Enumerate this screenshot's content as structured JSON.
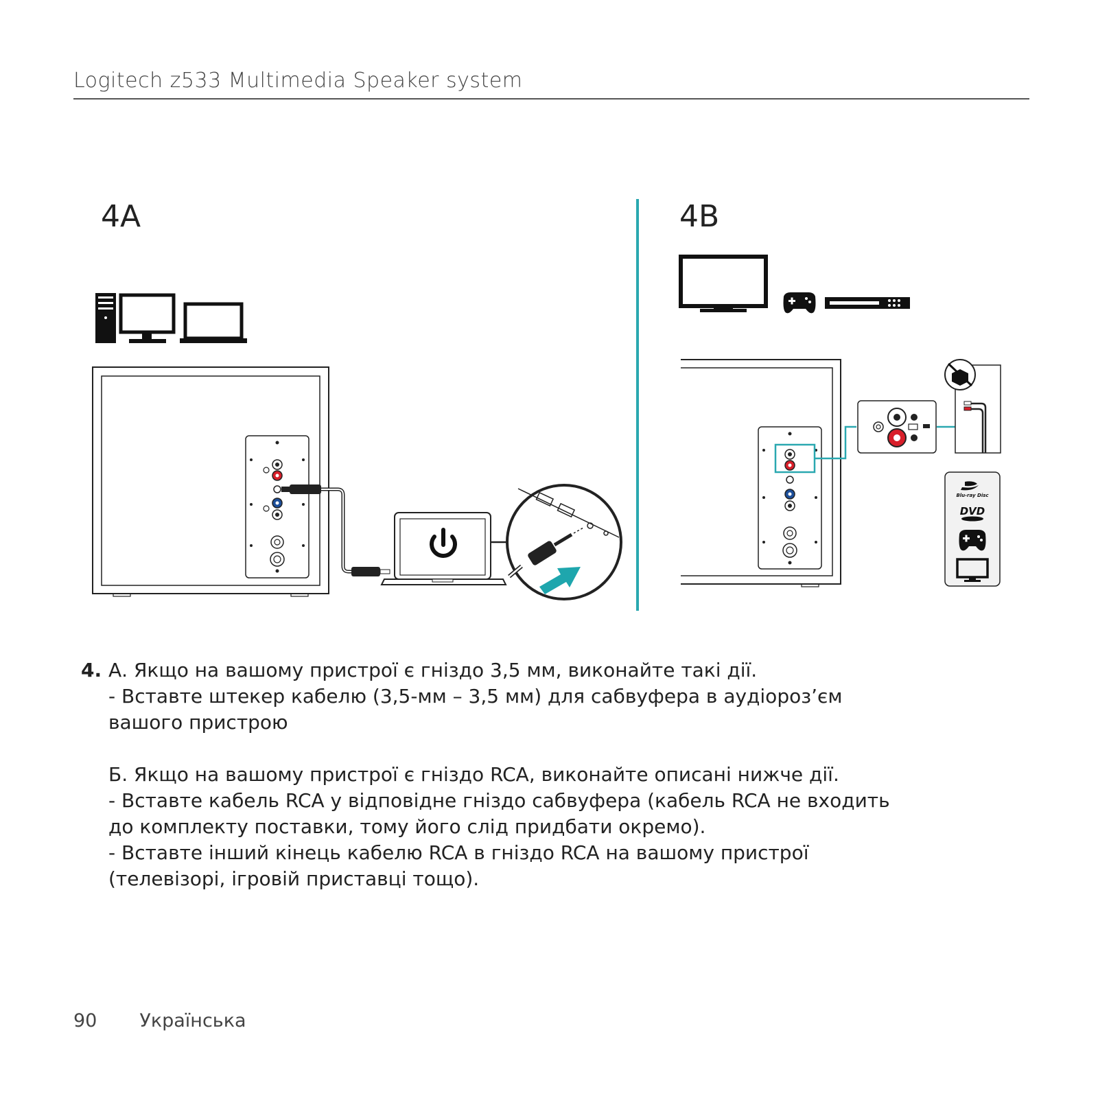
{
  "header": {
    "title": "Logitech z533 Multimedia Speaker system"
  },
  "figures": {
    "a_label": "4A",
    "b_label": "4B"
  },
  "panel_icons": {
    "blu_ray_text": "Blu-ray Disc",
    "dvd_text": "DVD"
  },
  "colors": {
    "accent": "#2aa8b0",
    "rca_red": "#d81f2a",
    "rca_blue": "#1d4f9a",
    "arrow_teal": "#1ea6ad"
  },
  "step": {
    "number": "4.",
    "a_heading": "А. Якщо на вашому пристрої є гніздо 3,5 мм, виконайте такі дії.",
    "a_line1": "- Вставте штекер кабелю (3,5-мм – 3,5 мм) для сабвуфера в аудіороз’єм",
    "a_line2": "вашого пристрою",
    "b_heading": "Б. Якщо на вашому пристрої є гніздо RCA, виконайте описані нижче дії.",
    "b_line1": "- Вставте кабель RCA у відповідне гніздо сабвуфера (кабель RCA не входить",
    "b_line2": "до комплекту поставки, тому його слід придбати окремо).",
    "b_line3": "- Вставте інший кінець кабелю RCA в гніздо RCA на вашому пристрої",
    "b_line4": "(телевізорі, ігровій приставці тощо)."
  },
  "footer": {
    "page_number": "90",
    "language": "Українська"
  }
}
